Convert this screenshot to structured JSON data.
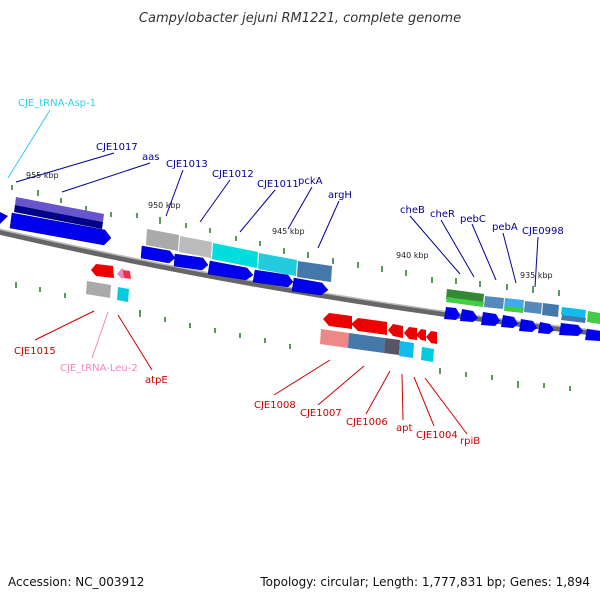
{
  "title": "Campylobacter jejuni RM1221, complete genome",
  "footer": {
    "accession": "Accession: NC_003912",
    "info": "Topology: circular; Length: 1,777,831 bp; Genes: 1,894"
  },
  "kbp_labels": [
    "955 kbp",
    "950 kbp",
    "945 kbp",
    "940 kbp",
    "935 kbp"
  ],
  "labels_top": [
    {
      "text": "CJE_tRNA-Asp-1",
      "color": "#33ccee"
    },
    {
      "text": "CJE1017",
      "color": "#000099"
    },
    {
      "text": "aas",
      "color": "#000099"
    },
    {
      "text": "CJE1013",
      "color": "#000099"
    },
    {
      "text": "CJE1012",
      "color": "#000099"
    },
    {
      "text": "CJE1011",
      "color": "#000099"
    },
    {
      "text": "pckA",
      "color": "#000099"
    },
    {
      "text": "argH",
      "color": "#000099"
    },
    {
      "text": "cheB",
      "color": "#000099"
    },
    {
      "text": "cheR",
      "color": "#000099"
    },
    {
      "text": "pebC",
      "color": "#000099"
    },
    {
      "text": "pebA",
      "color": "#000099"
    },
    {
      "text": "CJE0998",
      "color": "#000099"
    }
  ],
  "labels_bottom": [
    {
      "text": "CJE1015",
      "color": "#cc0000"
    },
    {
      "text": "CJE_tRNA-Leu-2",
      "color": "#ee88bb"
    },
    {
      "text": "atpE",
      "color": "#cc0000"
    },
    {
      "text": "CJE1008",
      "color": "#cc0000"
    },
    {
      "text": "CJE1007",
      "color": "#cc0000"
    },
    {
      "text": "CJE1006",
      "color": "#cc0000"
    },
    {
      "text": "apt",
      "color": "#cc0000"
    },
    {
      "text": "CJE1004",
      "color": "#cc0000"
    },
    {
      "text": "rpiB",
      "color": "#cc0000"
    }
  ],
  "colors": {
    "forward_cds": "#0000ee",
    "reverse_cds": "#ee0000",
    "backbone": "#888888",
    "tick": "#227722"
  }
}
